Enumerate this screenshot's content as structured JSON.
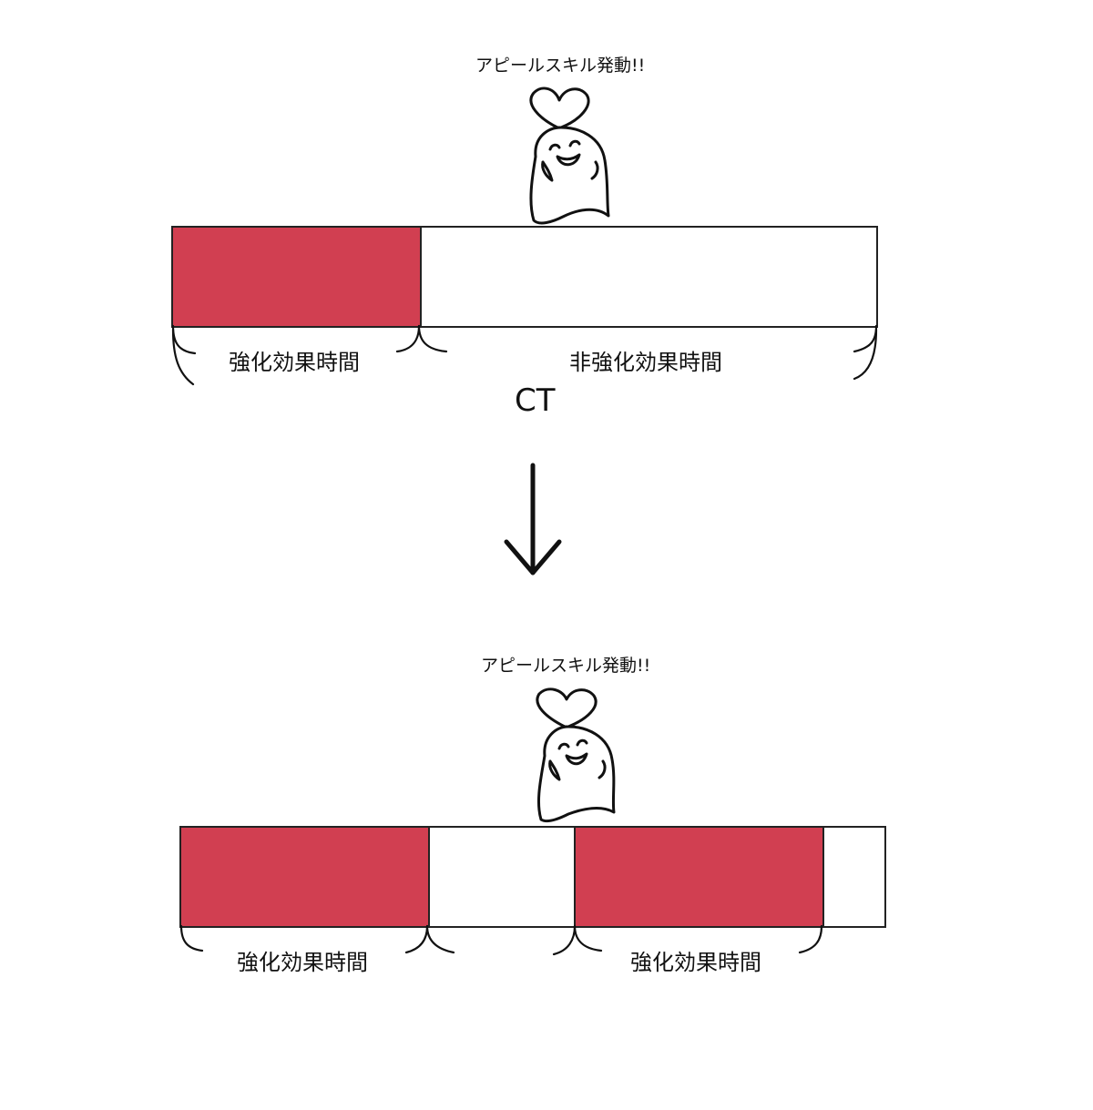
{
  "top": {
    "appeal_text": "アピールスキル発動!!",
    "labels": {
      "buff": "強化効果時間",
      "non_buff": "非強化効果時間",
      "ct": "CT"
    }
  },
  "bottom": {
    "appeal_text": "アピールスキル発動!!",
    "labels": {
      "buff_1": "強化効果時間",
      "buff_2": "強化効果時間"
    }
  },
  "colors": {
    "buff": "#d13f51",
    "idle": "#ffffff",
    "ink": "#222222"
  },
  "icons": [
    "heart-icon",
    "smiling-character-icon",
    "down-arrow-icon"
  ]
}
